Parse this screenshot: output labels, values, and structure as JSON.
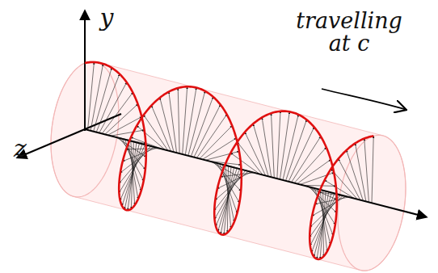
{
  "diagram": {
    "labels": [
      "y",
      "z",
      "travelling at c"
    ]
  }
}
